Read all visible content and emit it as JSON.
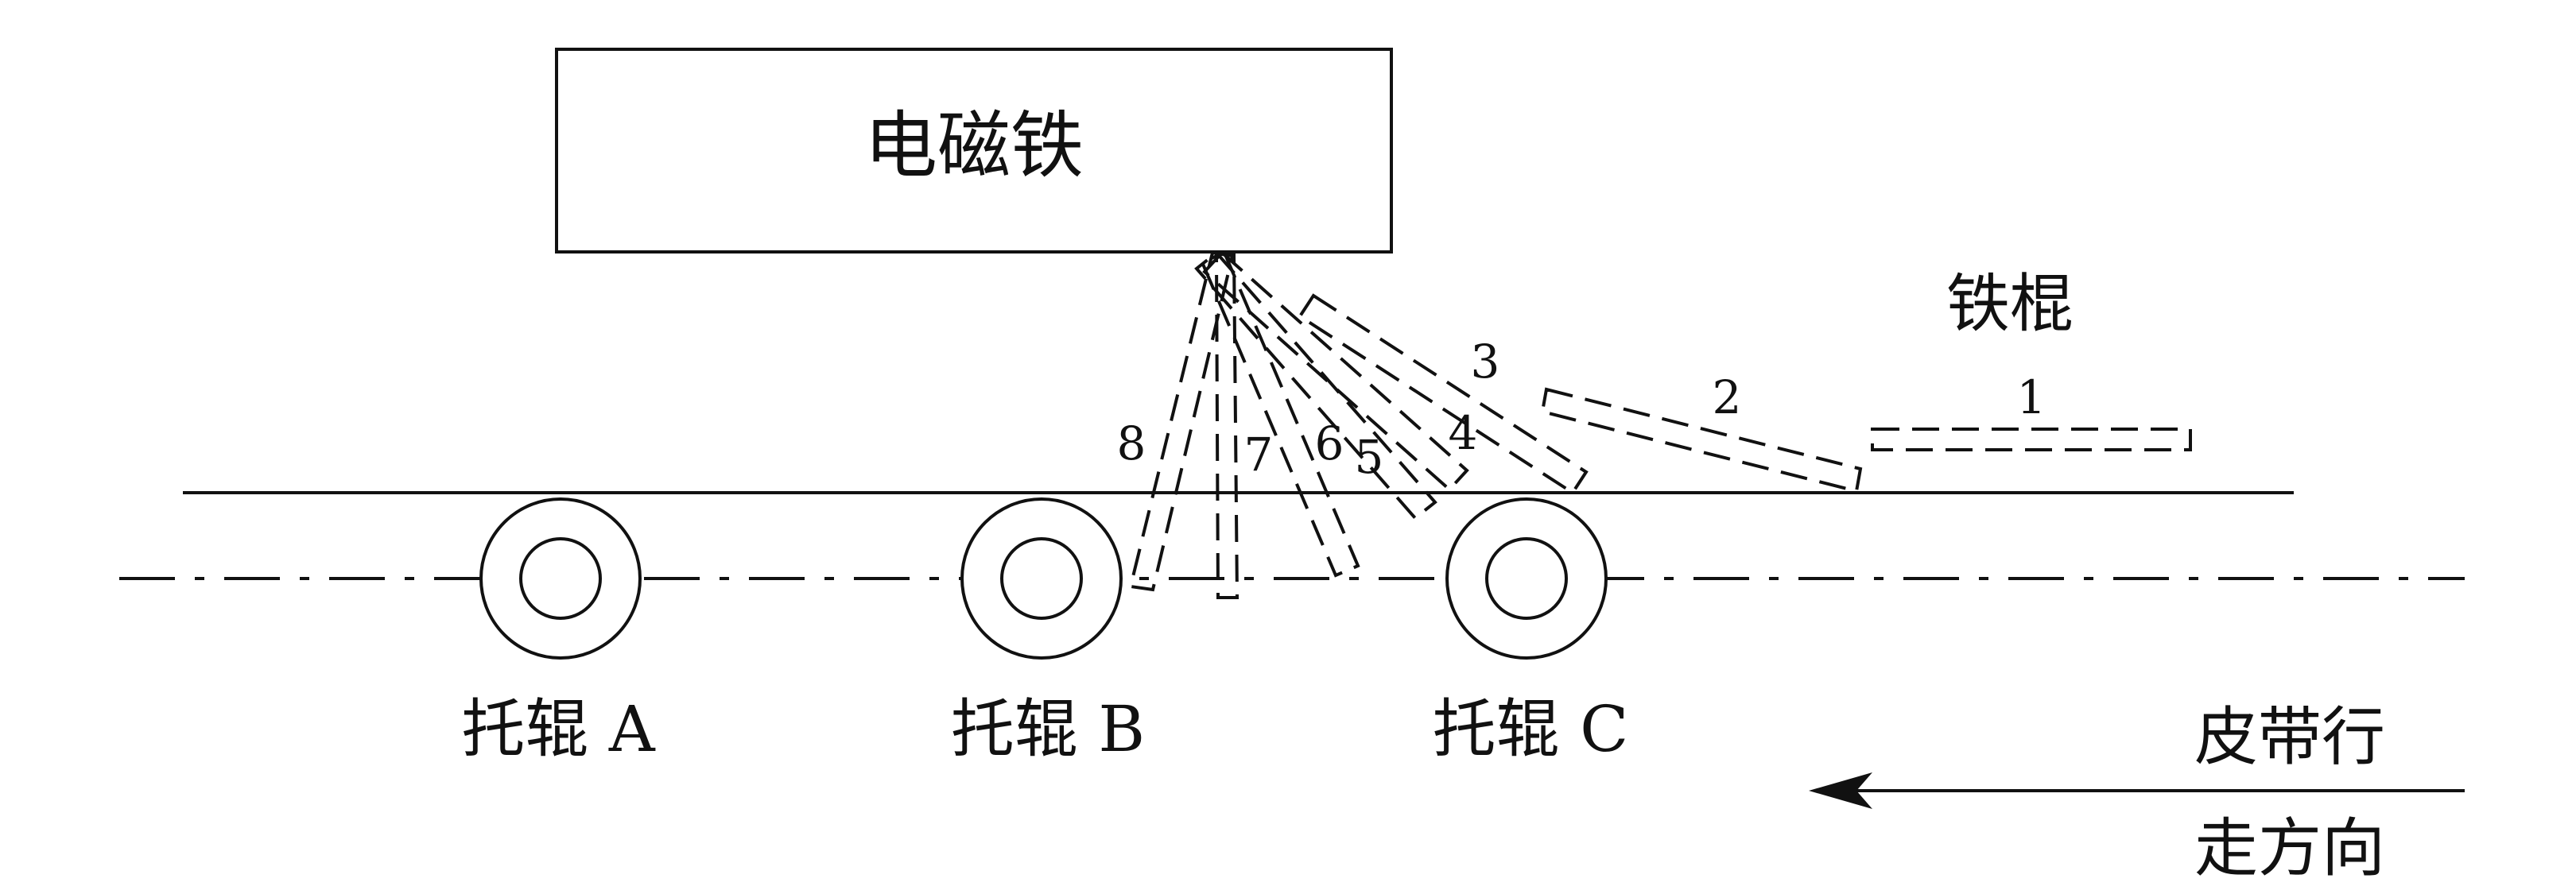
{
  "magnet": {
    "label": "电磁铁"
  },
  "rod": {
    "label": "铁棍"
  },
  "positions": [
    "1",
    "2",
    "3",
    "4",
    "5",
    "6",
    "7",
    "8"
  ],
  "rollers": [
    "托辊 A",
    "托辊 B",
    "托辊 C"
  ],
  "belt_direction": {
    "line1": "皮带行",
    "line2": "走方向"
  },
  "colors": {
    "stroke": "#111111",
    "background": "#ffffff"
  }
}
